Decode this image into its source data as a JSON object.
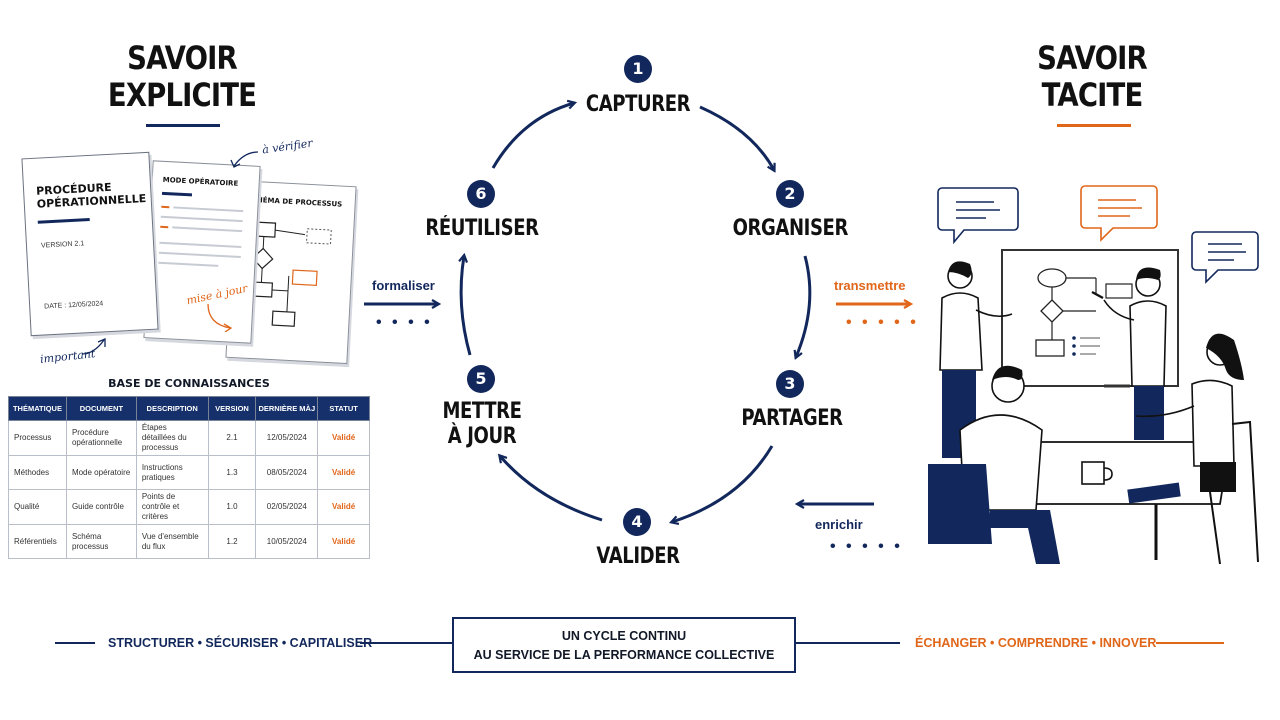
{
  "left": {
    "title_line1": "SAVOIR",
    "title_line2": "EXPLICITE",
    "doc1": {
      "title": "PROCÉDURE OPÉRATIONNELLE",
      "version": "VERSION 2.1",
      "date": "DATE : 12/05/2024"
    },
    "doc2": {
      "title": "MODE OPÉRATOIRE"
    },
    "doc3": {
      "title": "SCHÉMA DE PROCESSUS"
    },
    "notes": {
      "verify": "à vérifier",
      "update": "mise à jour",
      "important": "important"
    },
    "kb": {
      "title": "BASE DE CONNAISSANCES",
      "headers": [
        "THÉMATIQUE",
        "DOCUMENT",
        "DESCRIPTION",
        "VERSION",
        "DERNIÈRE MÀJ",
        "STATUT"
      ],
      "rows": [
        [
          "Processus",
          "Procédure opérationnelle",
          "Étapes détaillées du processus",
          "2.1",
          "12/05/2024",
          "Validé"
        ],
        [
          "Méthodes",
          "Mode opératoire",
          "Instructions pratiques",
          "1.3",
          "08/05/2024",
          "Validé"
        ],
        [
          "Qualité",
          "Guide contrôle",
          "Points de contrôle et critères",
          "1.0",
          "02/05/2024",
          "Validé"
        ],
        [
          "Référentiels",
          "Schéma processus",
          "Vue d'ensemble du flux",
          "1.2",
          "10/05/2024",
          "Validé"
        ]
      ]
    }
  },
  "right": {
    "title_line1": "SAVOIR",
    "title_line2": "TACITE"
  },
  "cycle": {
    "steps": [
      {
        "num": "1",
        "label": "CAPTURER"
      },
      {
        "num": "2",
        "label": "ORGANISER"
      },
      {
        "num": "3",
        "label": "PARTAGER"
      },
      {
        "num": "4",
        "label": "VALIDER"
      },
      {
        "num": "5",
        "label_line1": "METTRE",
        "label_line2": "À JOUR"
      },
      {
        "num": "6",
        "label": "RÉUTILISER"
      }
    ]
  },
  "flows": {
    "formalize": "formaliser",
    "transmit": "transmettre",
    "enrich": "enrichir"
  },
  "footer": {
    "left": "STRUCTURER • SÉCURISER • CAPITALISER",
    "center_line1": "UN CYCLE CONTINU",
    "center_line2": "AU SERVICE DE LA PERFORMANCE COLLECTIVE",
    "right": "ÉCHANGER • COMPRENDRE • INNOVER"
  },
  "colors": {
    "navy": "#12285c",
    "orange": "#e0661a"
  }
}
